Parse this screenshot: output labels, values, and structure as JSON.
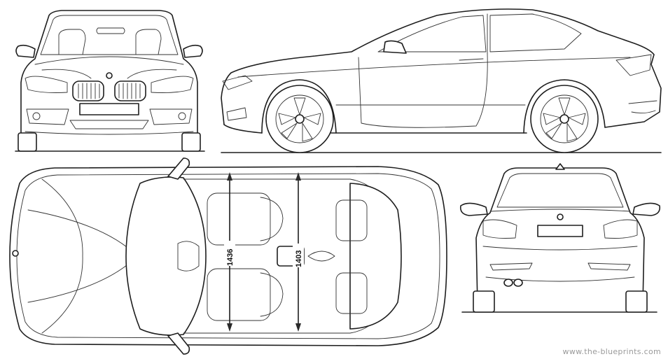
{
  "views": {
    "front": "front-view",
    "side": "side-view",
    "top": "top-view",
    "rear": "rear-view"
  },
  "dimensions": {
    "front_track": "1436",
    "rear_track": "1403"
  },
  "watermark": "www.the-blueprints.com",
  "colors": {
    "line": "#1e1e1e",
    "background": "#ffffff",
    "watermark": "#9a9a9a"
  }
}
